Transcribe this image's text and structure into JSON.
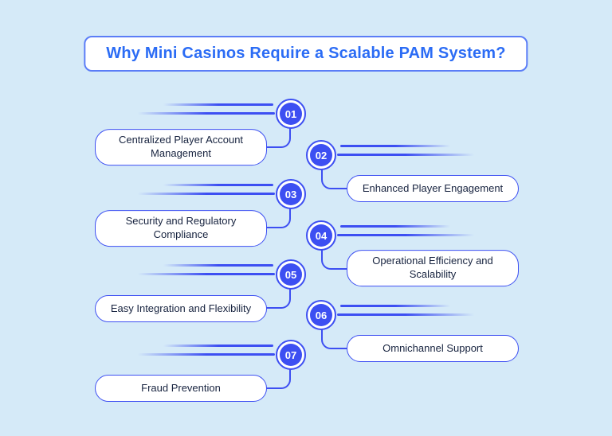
{
  "title": "Why Mini Casinos Require a Scalable PAM System?",
  "steps": [
    {
      "number": "01",
      "label": "Centralized Player Account Management",
      "side": "left"
    },
    {
      "number": "02",
      "label": "Enhanced Player Engagement",
      "side": "right"
    },
    {
      "number": "03",
      "label": "Security and Regulatory Compliance",
      "side": "left"
    },
    {
      "number": "04",
      "label": "Operational Efficiency and Scalability",
      "side": "right"
    },
    {
      "number": "05",
      "label": "Easy Integration and Flexibility",
      "side": "left"
    },
    {
      "number": "06",
      "label": "Omnichannel Support",
      "side": "right"
    },
    {
      "number": "07",
      "label": "Fraud Prevention",
      "side": "left"
    }
  ],
  "colors": {
    "background": "#d5eaf8",
    "accent": "#3d4ff2",
    "title_text": "#2b6cf5",
    "title_border": "#5b7df7",
    "label_text": "#17233f",
    "pill_background": "#ffffff"
  }
}
